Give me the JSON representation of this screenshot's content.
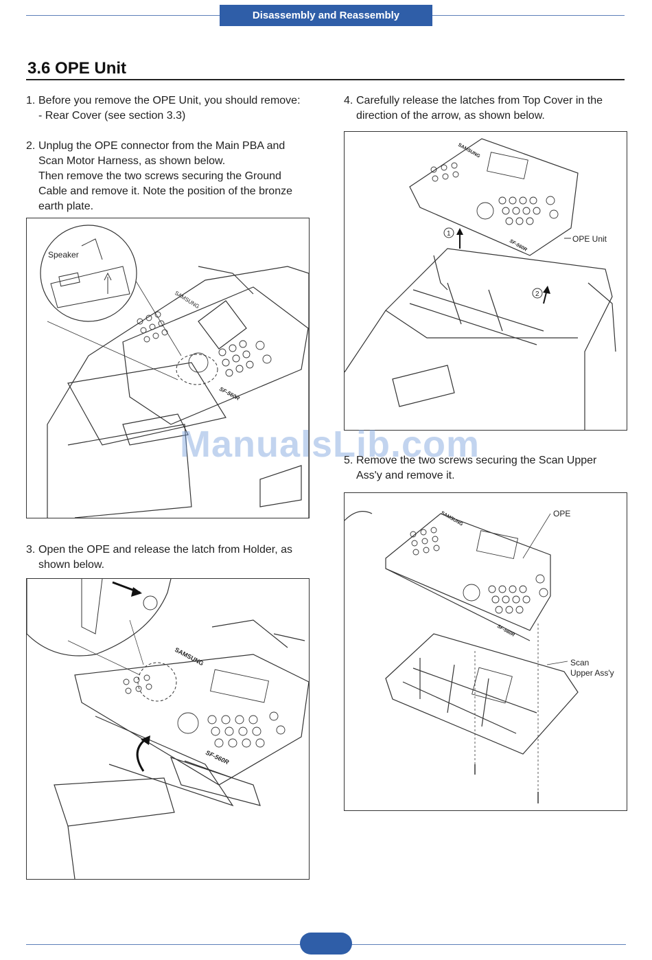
{
  "header": {
    "section_tab": "Disassembly and Reassembly"
  },
  "title": "3.6  OPE Unit",
  "steps": [
    {
      "num": "1.",
      "lines": [
        "Before you remove the OPE Unit, you should remove:",
        "- Rear Cover (see section 3.3)"
      ]
    },
    {
      "num": "2.",
      "lines": [
        "Unplug the OPE connector from the Main PBA and",
        "Scan Motor Harness, as shown below.",
        "Then remove the two screws securing the Ground",
        "Cable and remove it. Note the position of the bronze",
        "earth plate."
      ]
    },
    {
      "num": "3.",
      "lines": [
        "Open the OPE and release the latch from Holder, as",
        "shown below."
      ]
    },
    {
      "num": "4.",
      "lines": [
        "Carefully release the latches from Top Cover in the",
        "direction of the arrow, as shown below."
      ]
    },
    {
      "num": "5.",
      "lines": [
        "Remove the two screws securing the Scan Upper",
        "Ass'y and remove it."
      ]
    }
  ],
  "figures": {
    "fig1": {
      "callout": "Speaker",
      "brand": "SAMSUNG",
      "model": "SF-560R"
    },
    "fig2": {
      "brand": "SAMSUNG",
      "model": "SF-560R"
    },
    "fig3": {
      "callout": "OPE Unit",
      "marker1": "1",
      "marker2": "2",
      "brand": "SAMSUNG",
      "model": "SF-560R"
    },
    "fig4": {
      "callout_ope": "OPE",
      "callout_scan_1": "Scan",
      "callout_scan_2": "Upper Ass'y",
      "brand": "SAMSUNG",
      "model": "SF-560R"
    }
  },
  "watermark": "ManualsLib.com",
  "colors": {
    "accent": "#2f5ea8",
    "rule": "#5b7fb8"
  }
}
